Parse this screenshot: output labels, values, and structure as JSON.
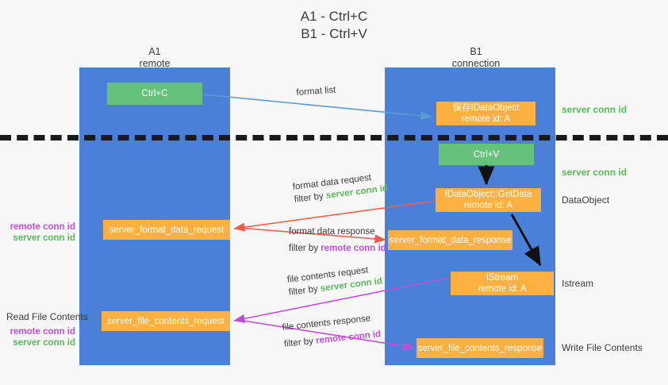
{
  "title": {
    "line1": "A1 - Ctrl+C",
    "line2": "B1 - Ctrl+V"
  },
  "lanes": [
    {
      "id": "a1",
      "name": "A1",
      "subtitle": "remote"
    },
    {
      "id": "b1",
      "name": "B1",
      "subtitle": "connection"
    }
  ],
  "colors": {
    "lane": "#4a80d8",
    "green_box": "#65c17c",
    "orange_box": "#fbb040",
    "server_conn_id": "#5cb85c",
    "remote_conn_id": "#c14fd6",
    "blue_arrow": "#5b9bd5",
    "red_arrow": "#e8604c",
    "black_arrow": "#111111",
    "magenta_arrow": "#c14fd6",
    "dashed_line": "#1a1a1a",
    "background": "#f7f7f7",
    "text": "#3c3c3c"
  },
  "boxes": {
    "ctrl_c": {
      "line1": "Ctrl+C",
      "line2": "",
      "style": "green"
    },
    "save_idataobject": {
      "line1": "保存IDataObject",
      "line2": "remote id: A",
      "style": "orange"
    },
    "ctrl_v": {
      "line1": "Ctrl+V",
      "line2": "",
      "style": "green"
    },
    "getdata": {
      "line1": "IDataObject::GetData",
      "line2": "remote id: A",
      "style": "orange"
    },
    "istream": {
      "line1": "IStream",
      "line2": "remote id: A",
      "style": "orange"
    },
    "fmt_req": {
      "line1": "server_format_data_request",
      "line2": "",
      "style": "orange"
    },
    "fmt_resp": {
      "line1": "server_format_data_response",
      "line2": "",
      "style": "orange"
    },
    "file_req": {
      "line1": "server_file_contents_request",
      "line2": "",
      "style": "orange"
    },
    "file_resp": {
      "line1": "server_file_contents_response",
      "line2": "",
      "style": "orange"
    }
  },
  "arrow_labels": {
    "format_list": {
      "line1": "format list",
      "line2": "",
      "filter": ""
    },
    "format_data_request": {
      "line1": "format data request",
      "line2_prefix": "filter by ",
      "line2_key": "server conn id",
      "key_color": "green"
    },
    "format_data_response": {
      "line1": "format data response",
      "line2_prefix": "filter by ",
      "line2_key": "remote conn id",
      "key_color": "purple"
    },
    "file_contents_request": {
      "line1": "file contents request",
      "line2_prefix": "filter by ",
      "line2_key": "server conn id",
      "key_color": "green"
    },
    "file_contents_response": {
      "line1": "file contents response",
      "line2_prefix": "filter by ",
      "line2_key": "remote conn id",
      "key_color": "purple"
    }
  },
  "side_labels": {
    "server_conn_id_top": "server conn id",
    "server_conn_id_second": "server conn id",
    "dataobject": "DataObject",
    "istream": "Istream",
    "write_file_contents": "Write File Contents",
    "read_file_contents": "Read File Contents",
    "remote_conn_id": "remote conn id",
    "server_conn_id": "server conn id"
  }
}
